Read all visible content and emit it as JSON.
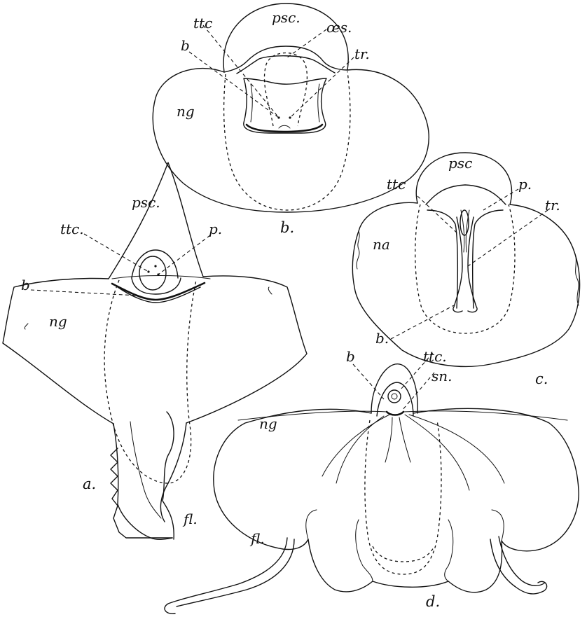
{
  "figure_b": {
    "caption": "b.",
    "labels": {
      "psc": "psc.",
      "ttc": "ttc",
      "oes": "œs.",
      "b": "b",
      "tr": "tr.",
      "ng": "ng"
    }
  },
  "figure_a": {
    "caption": "a.",
    "labels": {
      "psc": "psc.",
      "ttc": "ttc.",
      "p": "p.",
      "b": "b",
      "ng": "ng",
      "fl": "fl."
    }
  },
  "figure_c": {
    "caption": "c.",
    "labels": {
      "psc": "psc",
      "ttc": "ttc",
      "p": "p.",
      "tr": "tr.",
      "na": "na",
      "b": "b."
    }
  },
  "figure_d": {
    "caption": "d.",
    "labels": {
      "b": "b",
      "ttc": "ttc.",
      "sn": "sn.",
      "ng": "ng",
      "fl": "fl."
    }
  }
}
